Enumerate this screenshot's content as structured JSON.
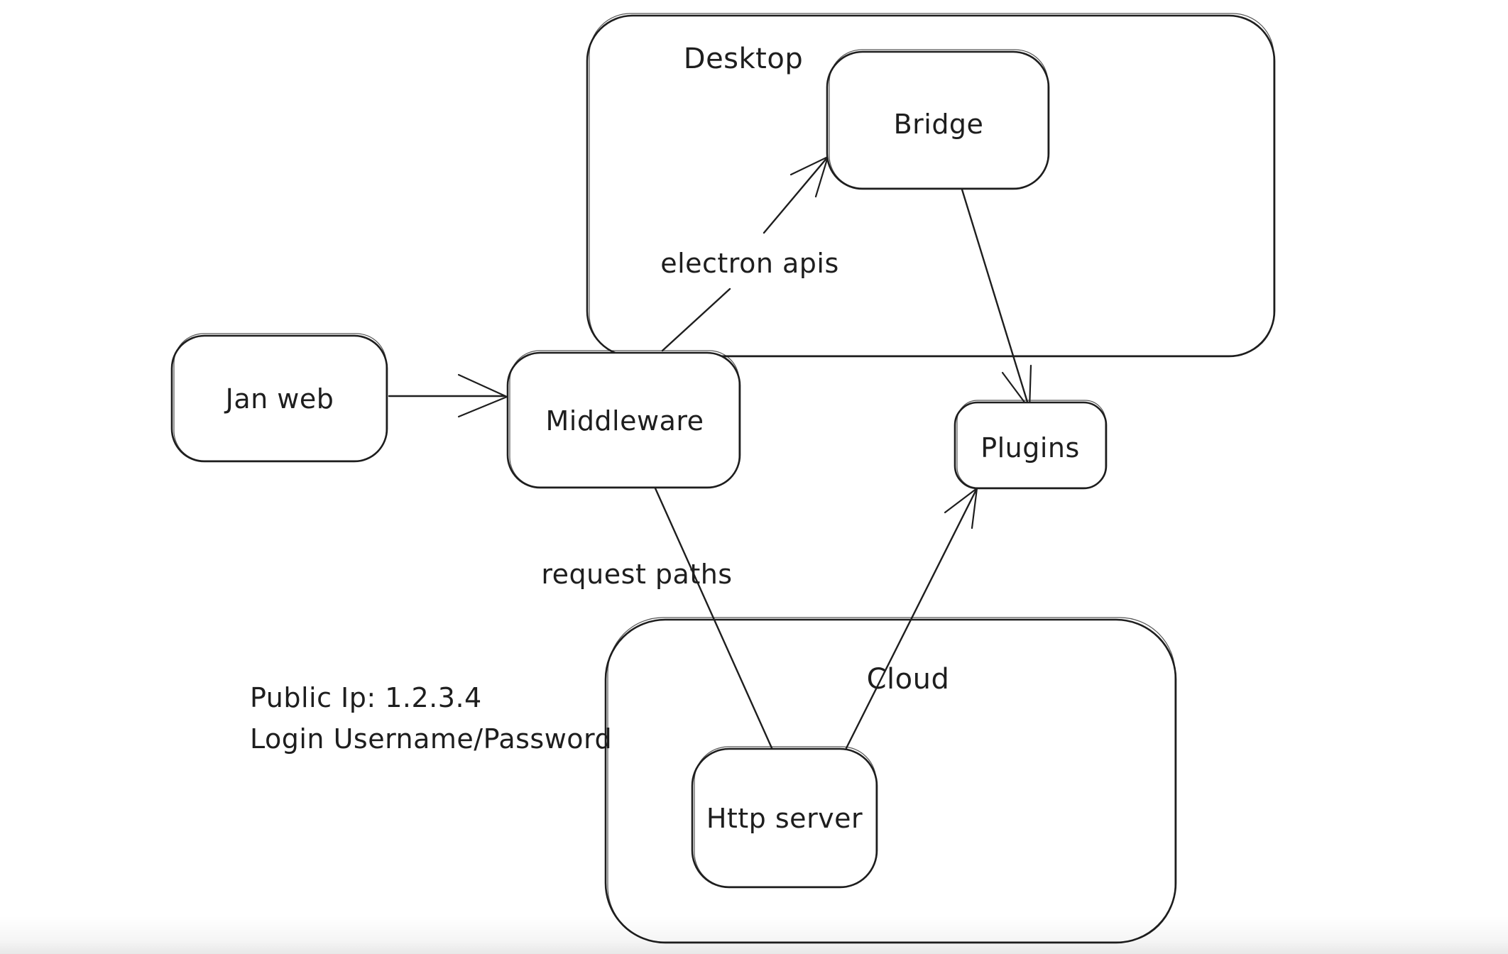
{
  "canvas": {
    "background": "#ffffff",
    "stroke_color": "#1e1e1e"
  },
  "containers": {
    "desktop": {
      "label": "Desktop"
    },
    "cloud": {
      "label": "Cloud"
    }
  },
  "nodes": {
    "jan_web": {
      "label": "Jan web"
    },
    "middleware": {
      "label": "Middleware"
    },
    "bridge": {
      "label": "Bridge"
    },
    "plugins": {
      "label": "Plugins"
    },
    "http_server": {
      "label": "Http server"
    }
  },
  "edges": {
    "jan_web_to_middleware": {
      "label": ""
    },
    "middleware_to_bridge": {
      "label": "electron apis"
    },
    "bridge_to_plugins": {
      "label": ""
    },
    "middleware_to_http_server": {
      "label": "request paths"
    },
    "http_server_to_plugins": {
      "label": ""
    }
  },
  "annotations": {
    "public_ip": "Public Ip: 1.2.3.4",
    "login": "Login Username/Password"
  }
}
